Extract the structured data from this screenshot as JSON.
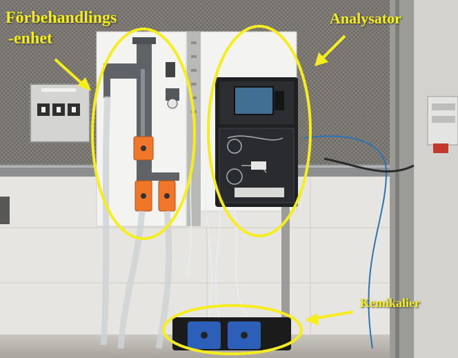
{
  "labels": {
    "pretreatment_line1": "Förbehandlings",
    "pretreatment_line2": "-enhet",
    "analyzer": "Analysator",
    "chemicals": "Kemikalier"
  },
  "annotation_color": "#f6ee1c",
  "analyzer_screen_color": "#3f6f92",
  "valve_color": "#f0772a",
  "canister_color": "#2c5fb8"
}
